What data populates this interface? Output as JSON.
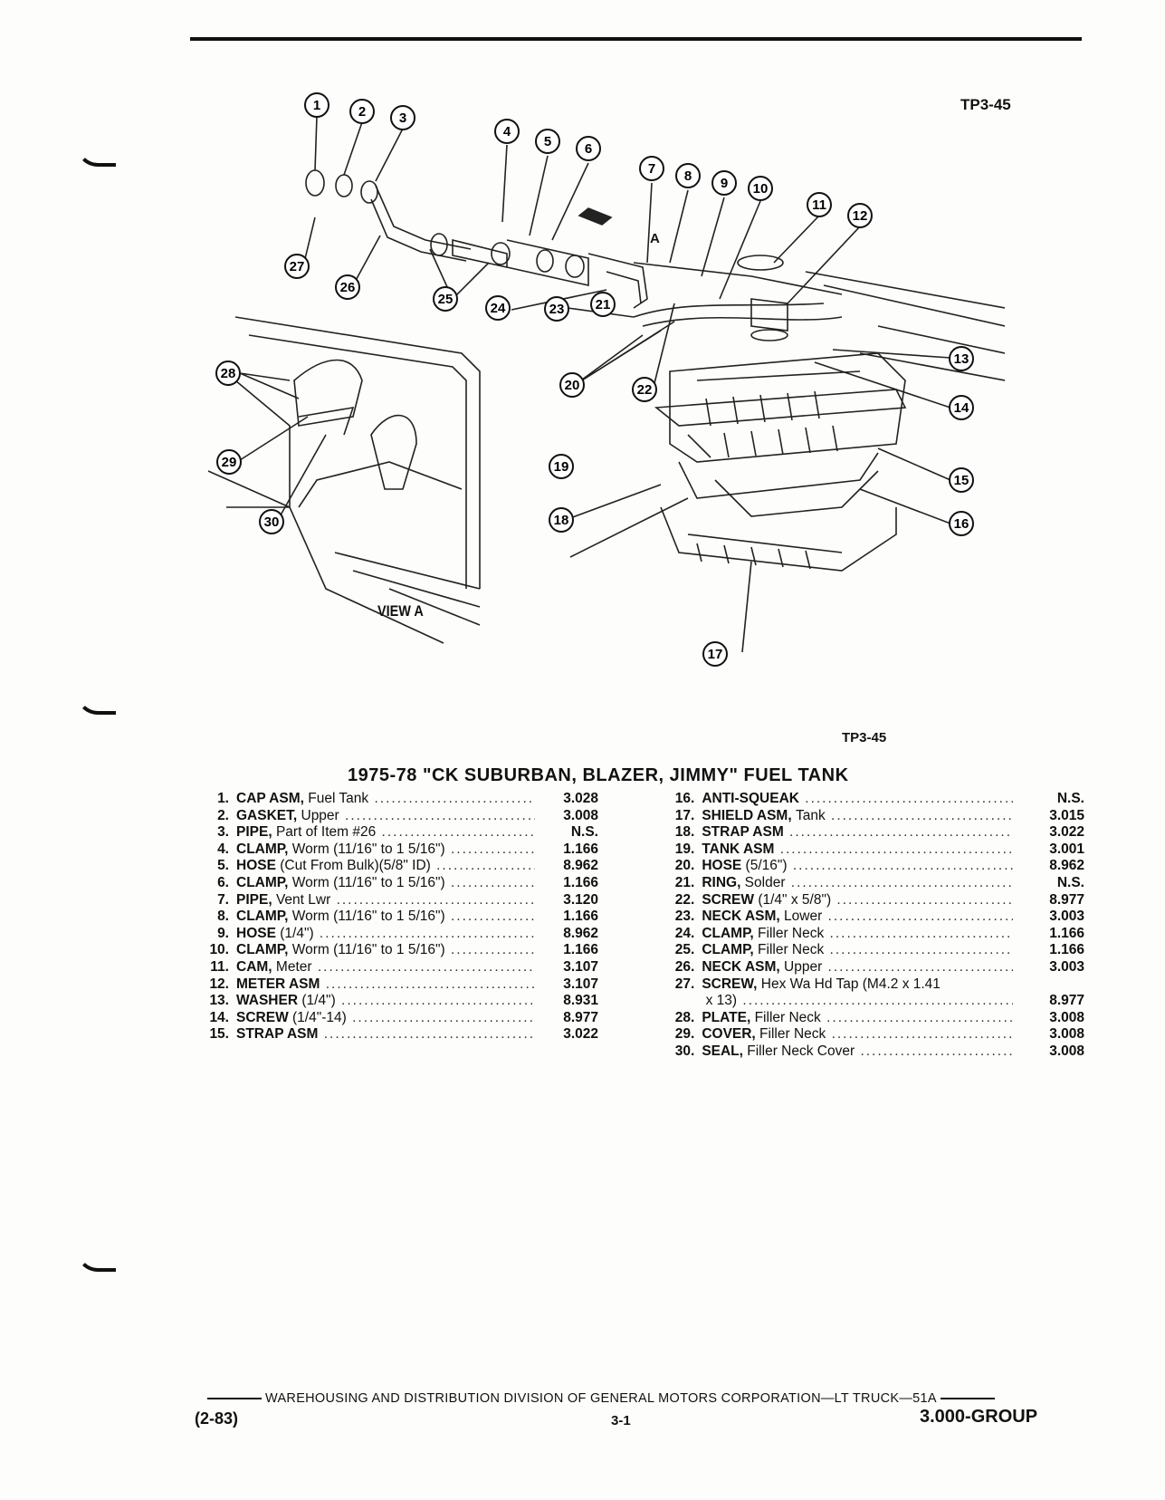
{
  "header": {
    "figure_code_top": "TP3-45",
    "figure_code_bottom": "TP3-45",
    "view_label": "VIEW A",
    "direction_label": "A"
  },
  "diagram": {
    "callouts": [
      "1",
      "2",
      "3",
      "4",
      "5",
      "6",
      "7",
      "8",
      "9",
      "10",
      "11",
      "12",
      "13",
      "14",
      "15",
      "16",
      "17",
      "18",
      "19",
      "20",
      "21",
      "22",
      "23",
      "24",
      "25",
      "26",
      "27",
      "28",
      "29",
      "30"
    ]
  },
  "title": "1975-78 \"CK SUBURBAN, BLAZER, JIMMY\" FUEL TANK",
  "parts_left": [
    {
      "num": "1.",
      "name": "CAP ASM,",
      "desc": "Fuel Tank",
      "group": "3.028"
    },
    {
      "num": "2.",
      "name": "GASKET,",
      "desc": "Upper",
      "group": "3.008"
    },
    {
      "num": "3.",
      "name": "PIPE,",
      "desc": "Part of Item #26",
      "group": "N.S."
    },
    {
      "num": "4.",
      "name": "CLAMP,",
      "desc": "Worm (11/16\" to 1 5/16\")",
      "group": "1.166"
    },
    {
      "num": "5.",
      "name": "HOSE",
      "desc": "(Cut From Bulk)(5/8\" ID)",
      "group": "8.962"
    },
    {
      "num": "6.",
      "name": "CLAMP,",
      "desc": "Worm (11/16\" to 1 5/16\")",
      "group": "1.166"
    },
    {
      "num": "7.",
      "name": "PIPE,",
      "desc": "Vent Lwr",
      "group": "3.120"
    },
    {
      "num": "8.",
      "name": "CLAMP,",
      "desc": "Worm (11/16\" to 1 5/16\")",
      "group": "1.166"
    },
    {
      "num": "9.",
      "name": "HOSE",
      "desc": "(1/4\")",
      "group": "8.962"
    },
    {
      "num": "10.",
      "name": "CLAMP,",
      "desc": "Worm (11/16\" to 1 5/16\")",
      "group": "1.166"
    },
    {
      "num": "11.",
      "name": "CAM,",
      "desc": "Meter",
      "group": "3.107"
    },
    {
      "num": "12.",
      "name": "METER ASM",
      "desc": "",
      "group": "3.107"
    },
    {
      "num": "13.",
      "name": "WASHER",
      "desc": "(1/4\")",
      "group": "8.931"
    },
    {
      "num": "14.",
      "name": "SCREW",
      "desc": "(1/4\"-14)",
      "group": "8.977"
    },
    {
      "num": "15.",
      "name": "STRAP ASM",
      "desc": "",
      "group": "3.022"
    }
  ],
  "parts_right": [
    {
      "num": "16.",
      "name": "ANTI-SQUEAK",
      "desc": "",
      "group": "N.S."
    },
    {
      "num": "17.",
      "name": "SHIELD ASM,",
      "desc": "Tank",
      "group": "3.015"
    },
    {
      "num": "18.",
      "name": "STRAP ASM",
      "desc": "",
      "group": "3.022"
    },
    {
      "num": "19.",
      "name": "TANK ASM",
      "desc": "",
      "group": "3.001"
    },
    {
      "num": "20.",
      "name": "HOSE",
      "desc": "(5/16\")",
      "group": "8.962"
    },
    {
      "num": "21.",
      "name": "RING,",
      "desc": "Solder",
      "group": "N.S."
    },
    {
      "num": "22.",
      "name": "SCREW",
      "desc": "(1/4\" x 5/8\")",
      "group": "8.977"
    },
    {
      "num": "23.",
      "name": "NECK ASM,",
      "desc": "Lower",
      "group": "3.003"
    },
    {
      "num": "24.",
      "name": "CLAMP,",
      "desc": "Filler Neck",
      "group": "1.166"
    },
    {
      "num": "25.",
      "name": "CLAMP,",
      "desc": "Filler Neck",
      "group": "1.166"
    },
    {
      "num": "26.",
      "name": "NECK ASM,",
      "desc": "Upper",
      "group": "3.003"
    },
    {
      "num": "27.",
      "name": "SCREW,",
      "desc": "Hex Wa Hd Tap (M4.2 x 1.41",
      "group": ""
    },
    {
      "num": "",
      "name": "",
      "desc": "x 13)",
      "group": "8.977"
    },
    {
      "num": "28.",
      "name": "PLATE,",
      "desc": "Filler Neck",
      "group": "3.008"
    },
    {
      "num": "29.",
      "name": "COVER,",
      "desc": "Filler Neck",
      "group": "3.008"
    },
    {
      "num": "30.",
      "name": "SEAL,",
      "desc": "Filler Neck Cover",
      "group": "3.008"
    }
  ],
  "footer": {
    "division": "WAREHOUSING AND DISTRIBUTION DIVISION OF GENERAL MOTORS CORPORATION—LT TRUCK—51A",
    "date": "(2-83)",
    "page": "3-1",
    "group": "3.000-GROUP"
  }
}
